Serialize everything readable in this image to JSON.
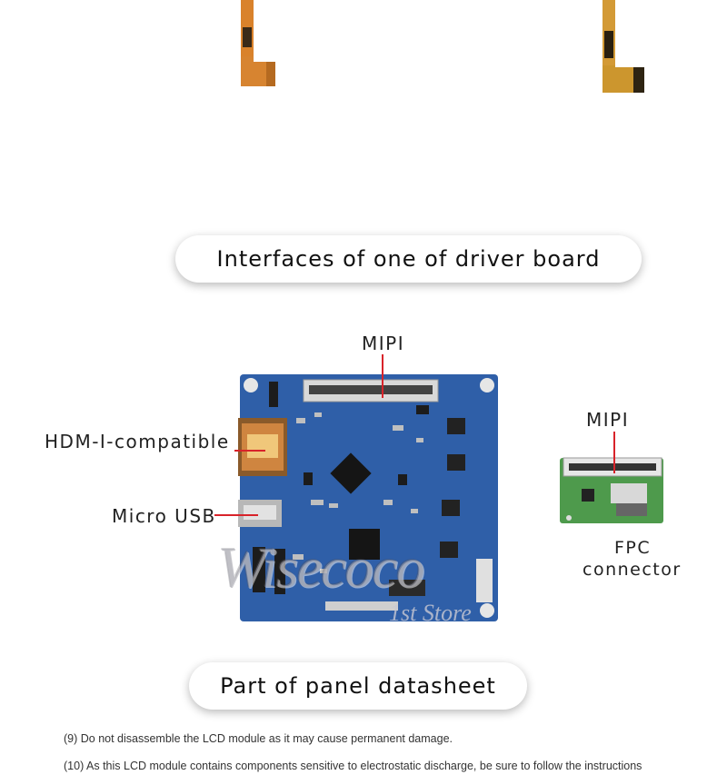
{
  "banners": {
    "interfaces": "Interfaces of one of driver board",
    "datasheet": "Part of panel datasheet"
  },
  "callouts": {
    "mipi_main": "MIPI",
    "hdmi": "HDM-I-compatible",
    "micro_usb": "Micro USB",
    "mipi_fpc": "MIPI",
    "fpc_line1": "FPC",
    "fpc_line2": "connector"
  },
  "watermark": {
    "brand": "Wisecoco",
    "store": "1st Store"
  },
  "datasheet_notes": [
    "(9) Do not disassemble the LCD module as it may cause permanent damage.",
    "(10) As this LCD module contains components sensitive to electrostatic discharge, be sure to follow the instructions"
  ],
  "colors": {
    "callout_line": "#d8232a",
    "pcb_blue": "#2f5fa8",
    "fpc_green": "#4e9a4c",
    "cable_orange": "#d9822b"
  }
}
